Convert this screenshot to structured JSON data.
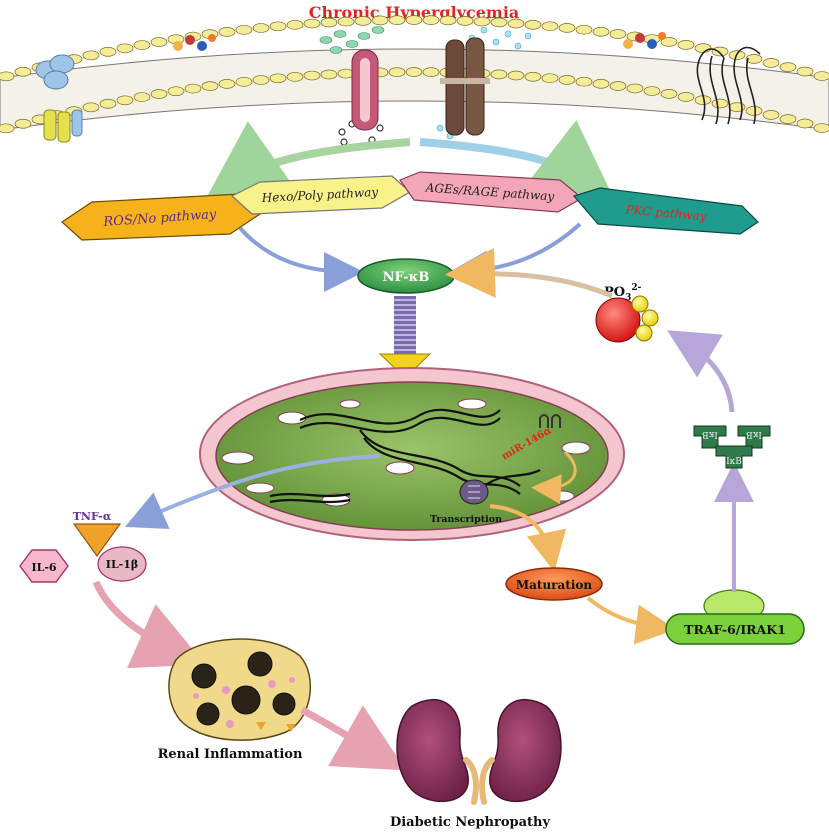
{
  "title": "Chronic Hyperglycemia",
  "pathways": [
    {
      "label": "ROS/No pathway",
      "fill": "#f5b21b"
    },
    {
      "label": "Hexo/Poly pathway",
      "fill": "#f7f28a"
    },
    {
      "label": "AGEs/RAGE pathway",
      "fill": "#f3a6b8"
    },
    {
      "label": "PKC pathway",
      "fill": "#1f9c8e"
    }
  ],
  "nfkb": "NF-κB",
  "mirna": "miR-146α",
  "transcription": "Transcription",
  "maturation": "Maturation",
  "traf": "TRAF-6/IRAK1",
  "ikb": [
    "IκB",
    "IκB",
    "IκB"
  ],
  "po3": {
    "base": "PO",
    "sub": "3",
    "sup": "2-"
  },
  "cytokines": {
    "tnf": "TNF-α",
    "il6": "IL-6",
    "il1b": "IL-1β"
  },
  "renal": "Renal Inflammation",
  "outcome": "Diabetic Nephropathy",
  "colors": {
    "title": "#e0261d",
    "nfkb": "#2e9a4c",
    "maturation": "#e4541a",
    "traf": "#7bd13c",
    "nucleus": "#6d9a3b",
    "kidney": "#8a2e58",
    "mirna": "#e0261d"
  }
}
